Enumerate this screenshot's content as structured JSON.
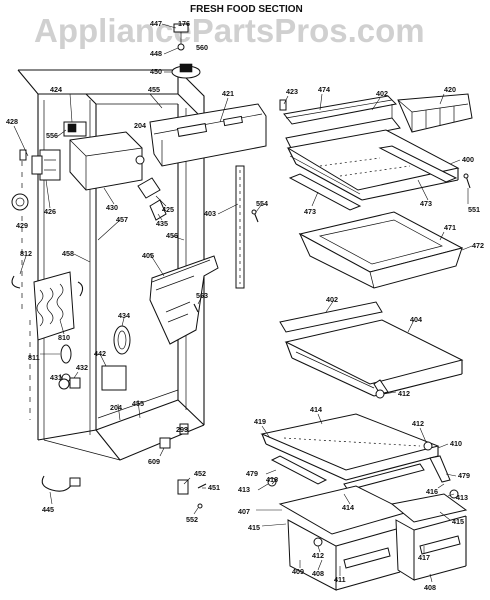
{
  "title": "FRESH FOOD SECTION",
  "watermark": "AppliancePartsPros.com",
  "parts": [
    "447",
    "176",
    "448",
    "560",
    "450",
    "424",
    "455",
    "421",
    "423",
    "474",
    "402",
    "420",
    "428",
    "556",
    "204",
    "400",
    "473",
    "473",
    "551",
    "426",
    "430",
    "425",
    "435",
    "554",
    "403",
    "471",
    "472",
    "429",
    "457",
    "458",
    "456",
    "405",
    "812",
    "563",
    "402",
    "404",
    "434",
    "810",
    "442",
    "811",
    "432",
    "412",
    "431",
    "204",
    "455",
    "293",
    "414",
    "419",
    "412",
    "410",
    "609",
    "479",
    "479",
    "416",
    "416",
    "413",
    "413",
    "452",
    "407",
    "414",
    "451",
    "415",
    "415",
    "552",
    "445",
    "412",
    "417",
    "409",
    "408",
    "411",
    "408"
  ],
  "colors": {
    "ink": "#111111",
    "paper": "#ffffff",
    "watermark": "#d0d0d0"
  }
}
